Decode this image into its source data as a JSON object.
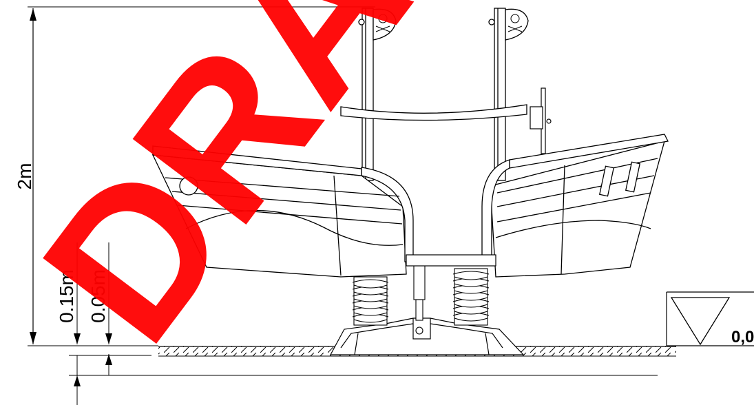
{
  "dimensions": {
    "height_total": "2m",
    "free_fall_height": "0.15m",
    "ground_offset": "0.05m"
  },
  "ground_level": {
    "label": "0,0"
  },
  "watermark": {
    "text": "DRAFT",
    "color": "#ff0000"
  },
  "icons": {
    "pirate_flag_left": "skull-crossbones-icon",
    "pirate_flag_right": "skull-crossbones-icon",
    "ground_marker": "triangle-level-icon"
  }
}
